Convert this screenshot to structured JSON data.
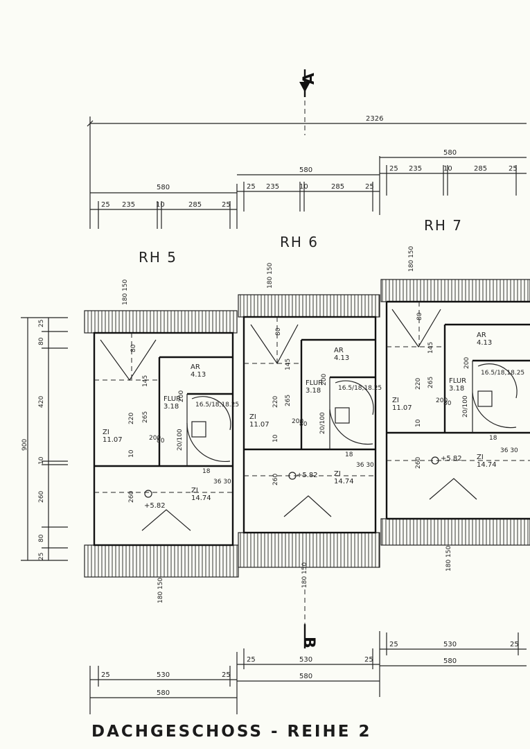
{
  "title": "DACHGESCHOSS - REIHE 2",
  "section_markers": {
    "top": "A",
    "bottom": "B"
  },
  "units": [
    {
      "label": "RH 5",
      "top_dims": {
        "total": "580",
        "parts": [
          "25",
          "235",
          "10",
          "285",
          "25"
        ]
      },
      "bottom_dims": {
        "total": "580",
        "parts": [
          "25",
          "530",
          "25"
        ]
      },
      "wall_marks_top": "180 150",
      "wall_marks_bottom": "180 150",
      "rooms": {
        "ar": {
          "name": "AR",
          "area": "4.13"
        },
        "flur": {
          "name": "FLUR",
          "area": "3.18"
        },
        "zi_left": {
          "name": "ZI",
          "area": "11.07"
        },
        "zi_right": {
          "name": "ZI",
          "area": "14.74"
        }
      },
      "level": "+5.82",
      "stair": "16.5/18,18.25",
      "inner": {
        "d265": "265",
        "d220": "220",
        "d145": "145",
        "d80": "80",
        "d10": "10",
        "d200": "200",
        "d260": "260",
        "w80": "80",
        "w200": "200",
        "d20100": "20/100",
        "s18": "18",
        "d3630": "36 30"
      }
    },
    {
      "label": "RH 6",
      "top_dims": {
        "total": "580",
        "parts": [
          "25",
          "235",
          "10",
          "285",
          "25"
        ]
      },
      "bottom_dims": {
        "total": "580",
        "parts": [
          "25",
          "530",
          "25"
        ]
      },
      "wall_marks_top": "180 150",
      "wall_marks_bottom": "180 150",
      "rooms": {
        "ar": {
          "name": "AR",
          "area": "4.13"
        },
        "flur": {
          "name": "FLUR",
          "area": "3.18"
        },
        "zi_left": {
          "name": "ZI",
          "area": "11.07"
        },
        "zi_right": {
          "name": "ZI",
          "area": "14.74"
        }
      },
      "level": "+5.82",
      "stair": "16.5/18,18.25",
      "inner": {
        "d265": "265",
        "d220": "220",
        "d145": "145",
        "d80": "80",
        "d10": "10",
        "d200": "200",
        "d260": "260",
        "w80": "80",
        "w200": "200",
        "d20100": "20/100",
        "s18": "18",
        "d3630": "36 30"
      }
    },
    {
      "label": "RH 7",
      "top_dims": {
        "total": "580",
        "parts": [
          "25",
          "235",
          "10",
          "285",
          "25"
        ]
      },
      "bottom_dims": {
        "total": "580",
        "parts": [
          "25",
          "530",
          "25"
        ]
      },
      "wall_marks_top": "180 150",
      "wall_marks_bottom": "180 150",
      "rooms": {
        "ar": {
          "name": "AR",
          "area": "4.13"
        },
        "flur": {
          "name": "FLUR",
          "area": "3.18"
        },
        "zi_left": {
          "name": "ZI",
          "area": "11.07"
        },
        "zi_right": {
          "name": "ZI",
          "area": "14.74"
        }
      },
      "level": "+5.82",
      "stair": "16.5/18,18.25",
      "inner": {
        "d265": "265",
        "d220": "220",
        "d145": "145",
        "d80": "80",
        "d10": "10",
        "d200": "200",
        "d260": "260",
        "w80": "80",
        "w200": "200",
        "d20100": "20/100",
        "s18": "18",
        "d3630": "36 30"
      }
    }
  ],
  "overall_dim": "2326",
  "left_vertical_dims": {
    "total": "900",
    "parts": [
      "25",
      "80",
      "420",
      "10",
      "260",
      "80",
      "25"
    ]
  }
}
